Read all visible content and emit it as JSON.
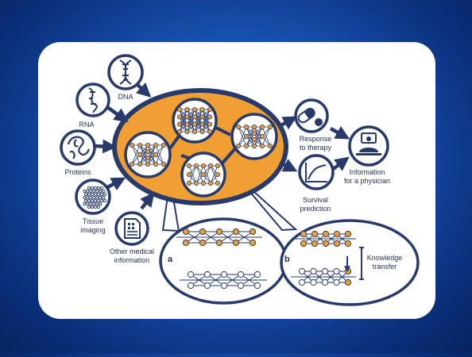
{
  "inputs": {
    "dna": "DNA",
    "rna": "RNA",
    "proteins": "Proteins",
    "tissue_line1": "Tissue",
    "tissue_line2": "imaging",
    "other_line1": "Other medical",
    "other_line2": "information"
  },
  "outputs": {
    "response_line1": "Response",
    "response_line2": "to therapy",
    "survival_line1": "Survival",
    "survival_line2": "prediction",
    "physician_line1": "Information",
    "physician_line2": "for a physician"
  },
  "panels": {
    "a_label": "a",
    "b_label": "b",
    "transfer_line1": "Knowledge",
    "transfer_line2": "transfer"
  },
  "colors": {
    "navy": "#273a6b",
    "orange": "#f0a033",
    "node_orange": "#f0a033",
    "node_white": "#ffffff",
    "card": "#ffffff"
  },
  "icons": [
    "dna-icon",
    "rna-icon",
    "proteins-icon",
    "tissue-icon",
    "document-icon",
    "pills-icon",
    "survival-curve-icon",
    "physician-icon"
  ]
}
